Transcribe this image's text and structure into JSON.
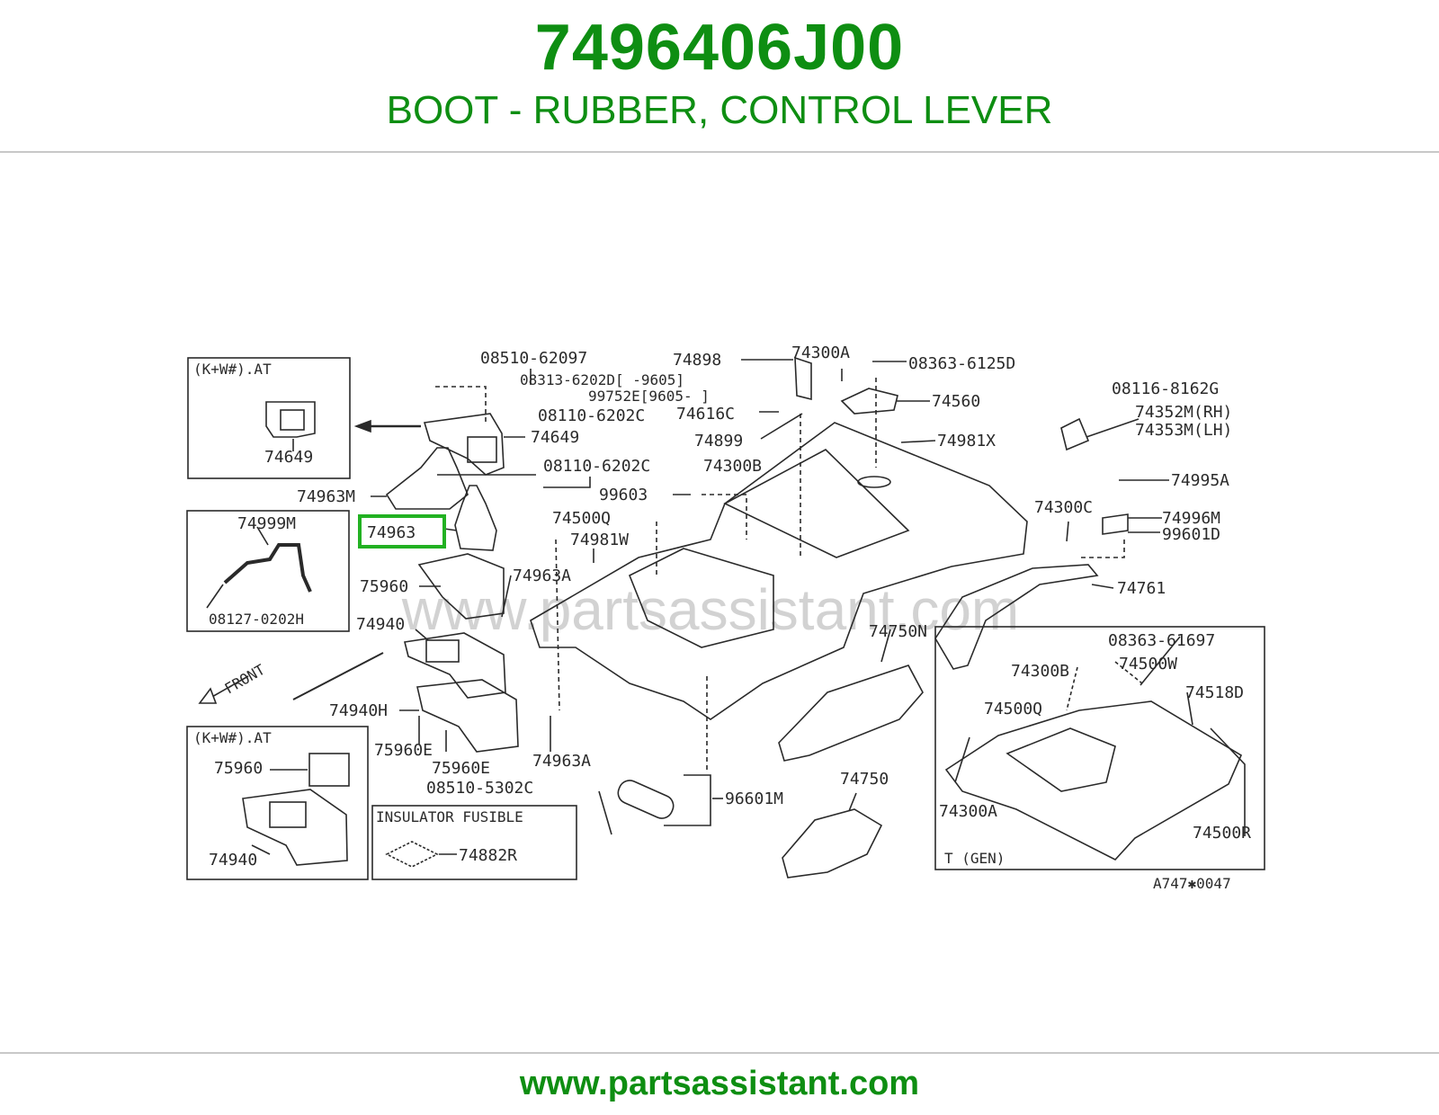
{
  "header": {
    "part_number": "7496406J00",
    "description": "BOOT - RUBBER, CONTROL LEVER"
  },
  "footer": {
    "url": "www.partsassistant.com"
  },
  "diagram": {
    "watermark": "www.partsassistant.com",
    "drawing_code": "A747✱0047",
    "highlighted_callout": "74963",
    "insets": {
      "kw_at_top": {
        "title": "(K+W#).AT",
        "parts": [
          "74649"
        ]
      },
      "pipe": {
        "parts": [
          "74999M",
          "08127-0202H"
        ]
      },
      "kw_at_bottom": {
        "title": "(K+W#).AT",
        "parts": [
          "75960",
          "74940"
        ]
      },
      "insulator": {
        "title": "INSULATOR FUSIBLE",
        "parts": [
          "74882R"
        ]
      },
      "t_gen": {
        "title": "T (GEN)",
        "parts": [
          "08363-61697",
          "74300B",
          "74500W",
          "74500Q",
          "74518D",
          "74300A",
          "74500R"
        ]
      }
    },
    "front_label": "FRONT",
    "callouts": {
      "c08510_62097": "08510-62097",
      "c08313_6202d": "08313-6202D[   -9605]",
      "c99752e": "99752E[9605-   ]",
      "c08110_6202c_a": "08110-6202C",
      "c74649": "74649",
      "c08110_6202c_b": "08110-6202C",
      "c74963m": "74963M",
      "c74963": "74963",
      "c75960": "75960",
      "c74963a_a": "74963A",
      "c74940": "74940",
      "c74940h": "74940H",
      "c75960e_a": "75960E",
      "c75960e_b": "75960E",
      "c74963a_b": "74963A",
      "c08510_5302c": "08510-5302C",
      "c96601m": "96601M",
      "c74898": "74898",
      "c74300a_top": "74300A",
      "c74616c": "74616C",
      "c74899": "74899",
      "c74300b_top": "74300B",
      "c99603": "99603",
      "c74500q_top": "74500Q",
      "c74981w": "74981W",
      "c08363_6125d": "08363-6125D",
      "c74560": "74560",
      "c74981x": "74981X",
      "c08116_8162g": "08116-8162G",
      "c74352m": "74352M(RH)",
      "c74353m": "74353M(LH)",
      "c74995a": "74995A",
      "c74300c": "74300C",
      "c74996m": "74996M",
      "c99601d": "99601D",
      "c74761": "74761",
      "c74750n": "74750N",
      "c74750": "74750"
    },
    "colors": {
      "highlight": "#22b122",
      "line": "#2a2a2a",
      "brand_green": "#0e8e12"
    }
  }
}
